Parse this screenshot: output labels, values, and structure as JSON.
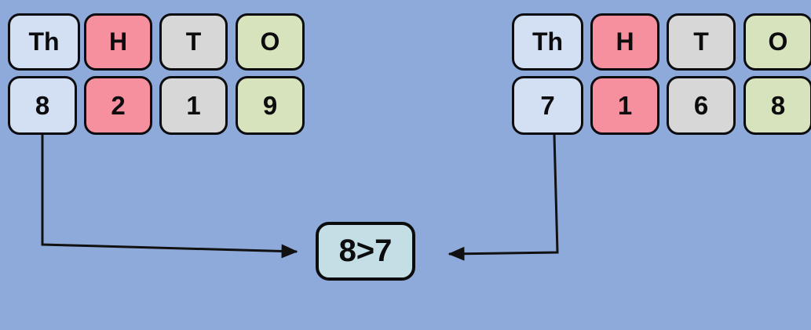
{
  "colors": {
    "background": "#8EAADB",
    "thousands": "#D3DFF2",
    "hundreds": "#F7909E",
    "tens": "#D7D7D7",
    "ones": "#D6E3BC",
    "comparison": "#C3DFE5",
    "border": "#0C0C0E",
    "arrow": "#111111",
    "text": "#0C0C0E"
  },
  "left_group": {
    "columns": [
      {
        "label": "Th",
        "digit": "8"
      },
      {
        "label": "H",
        "digit": "2"
      },
      {
        "label": "T",
        "digit": "1"
      },
      {
        "label": "O",
        "digit": "9"
      }
    ]
  },
  "right_group": {
    "columns": [
      {
        "label": "Th",
        "digit": "7"
      },
      {
        "label": "H",
        "digit": "1"
      },
      {
        "label": "T",
        "digit": "6"
      },
      {
        "label": "O",
        "digit": "8"
      }
    ]
  },
  "comparison": {
    "label": "8>7"
  }
}
